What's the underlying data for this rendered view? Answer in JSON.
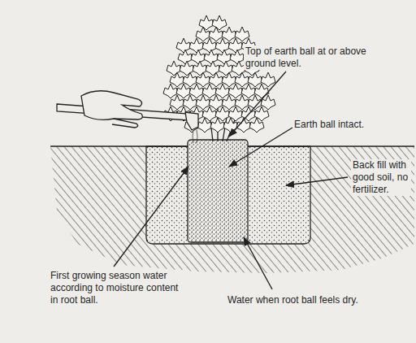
{
  "diagram": {
    "labels": [
      "Top of earth ball at or above ground level.",
      "Earth ball intact.",
      "Back fill with good soil, no fertilizer.",
      "First growing season water according to moisture content in root ball.",
      "Water when root ball feels dry."
    ]
  }
}
